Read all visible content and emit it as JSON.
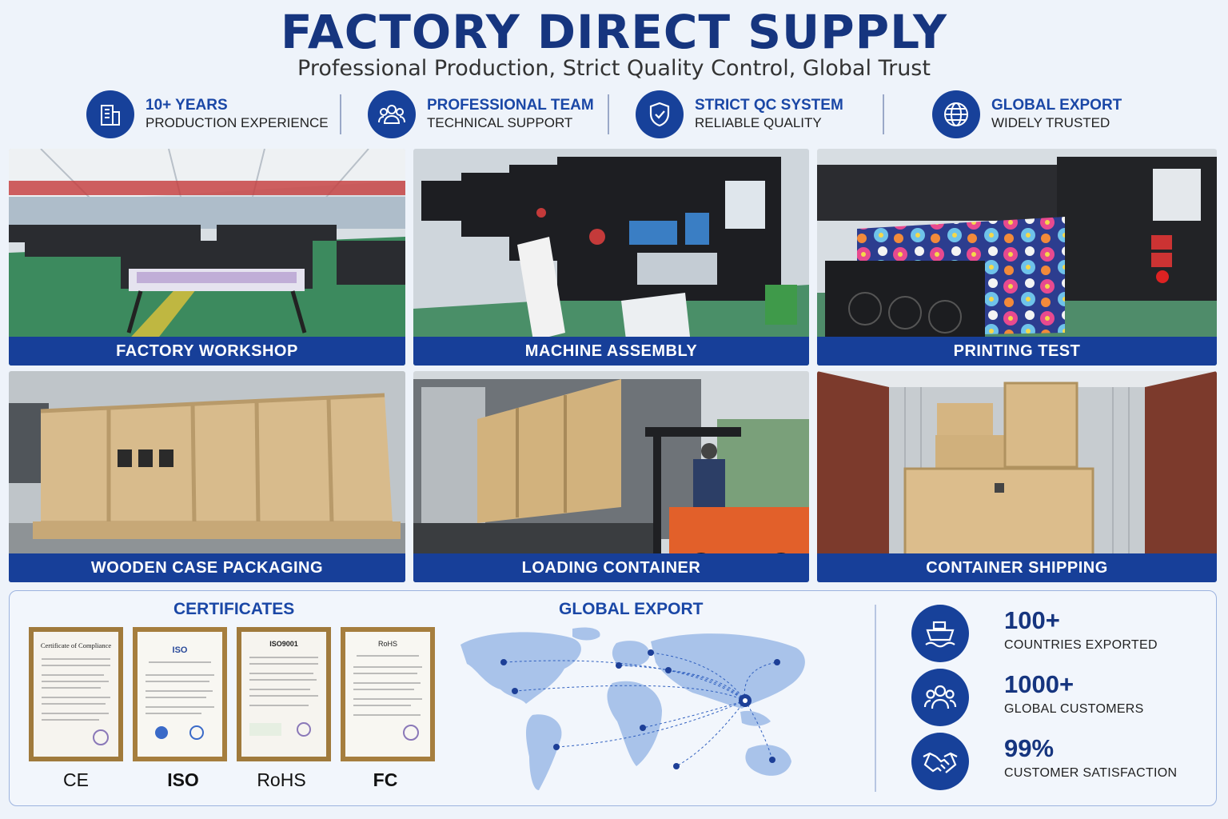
{
  "header": {
    "title": "FACTORY DIRECT SUPPLY",
    "subtitle": "Professional Production, Strict Quality Control, Global Trust"
  },
  "features": [
    {
      "line1": "10+ YEARS",
      "line2": "PRODUCTION EXPERIENCE",
      "icon": "building-icon"
    },
    {
      "line1": "PROFESSIONAL TEAM",
      "line2": "TECHNICAL SUPPORT",
      "icon": "team-icon"
    },
    {
      "line1": "STRICT QC SYSTEM",
      "line2": "RELIABLE QUALITY",
      "icon": "shield-check-icon"
    },
    {
      "line1": "GLOBAL EXPORT",
      "line2": "WIDELY TRUSTED",
      "icon": "globe-icon"
    }
  ],
  "photos": [
    {
      "caption": "FACTORY WORKSHOP"
    },
    {
      "caption": "MACHINE ASSEMBLY"
    },
    {
      "caption": "PRINTING TEST"
    },
    {
      "caption": "WOODEN CASE PACKAGING"
    },
    {
      "caption": "LOADING CONTAINER"
    },
    {
      "caption": "CONTAINER SHIPPING"
    }
  ],
  "certificates": {
    "title": "CERTIFICATES",
    "items": [
      {
        "doc_title": "Certificate of Compliance",
        "mark": "CE"
      },
      {
        "doc_title": "ISO",
        "mark": "ISO"
      },
      {
        "doc_title": "ISO9001",
        "mark": "RoHS"
      },
      {
        "doc_title": "RoHS",
        "mark": "FC"
      }
    ]
  },
  "global_export": {
    "title": "GLOBAL EXPORT"
  },
  "stats": [
    {
      "value": "100+",
      "label": "COUNTRIES EXPORTED",
      "icon": "ship-icon"
    },
    {
      "value": "1000+",
      "label": "GLOBAL CUSTOMERS",
      "icon": "customers-icon"
    },
    {
      "value": "99%",
      "label": "CUSTOMER SATISFACTION",
      "icon": "handshake-icon"
    }
  ],
  "colors": {
    "brand_blue": "#17419a",
    "title_blue": "#16357f",
    "accent_blue": "#1a47a6"
  }
}
